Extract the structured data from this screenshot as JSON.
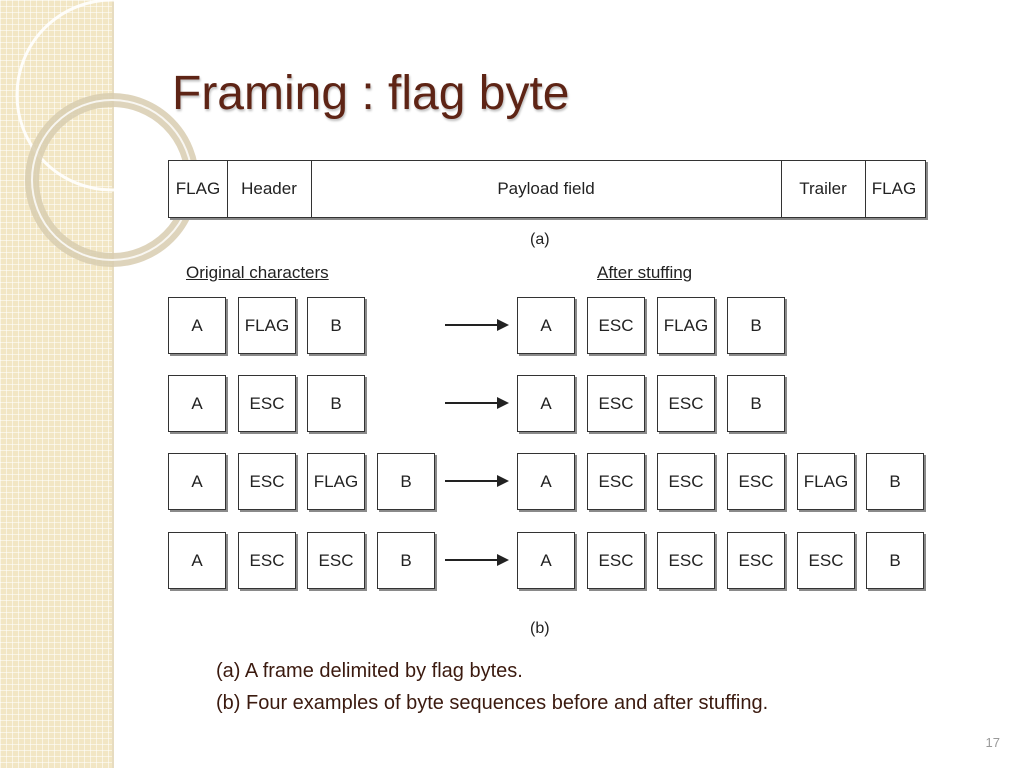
{
  "title": "Framing : flag byte",
  "frame": {
    "fields": [
      "FLAG",
      "Header",
      "Payload field",
      "Trailer",
      "FLAG"
    ],
    "label": "(a)"
  },
  "stuffing": {
    "original_header": "Original characters",
    "after_header": "After stuffing",
    "rows": [
      {
        "original": [
          "A",
          "FLAG",
          "B"
        ],
        "after": [
          "A",
          "ESC",
          "FLAG",
          "B"
        ]
      },
      {
        "original": [
          "A",
          "ESC",
          "B"
        ],
        "after": [
          "A",
          "ESC",
          "ESC",
          "B"
        ]
      },
      {
        "original": [
          "A",
          "ESC",
          "FLAG",
          "B"
        ],
        "after": [
          "A",
          "ESC",
          "ESC",
          "ESC",
          "FLAG",
          "B"
        ]
      },
      {
        "original": [
          "A",
          "ESC",
          "ESC",
          "B"
        ],
        "after": [
          "A",
          "ESC",
          "ESC",
          "ESC",
          "ESC",
          "B"
        ]
      }
    ],
    "label": "(b)"
  },
  "captions": {
    "a": "(a) A frame delimited by flag bytes.",
    "b": "(b) Four examples of byte sequences before and after stuffing."
  },
  "slide_number": "17",
  "colors": {
    "title": "#5e2415",
    "strip": "#f2e6c4"
  }
}
